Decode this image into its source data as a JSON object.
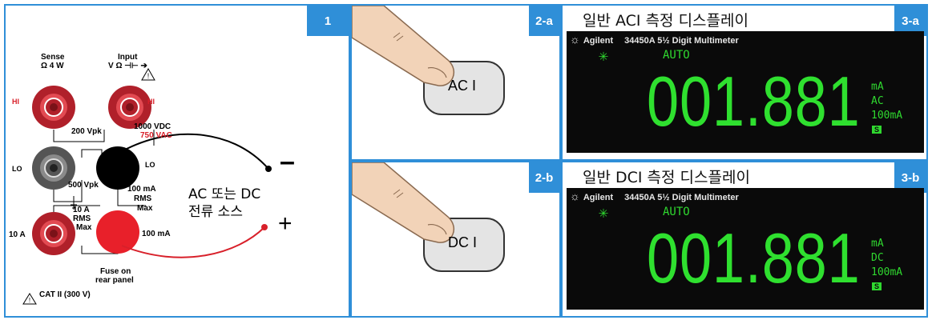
{
  "panel1": {
    "tag": "1",
    "sense_label": "Sense",
    "sense_sub": "Ω 4 W",
    "input_label": "Input",
    "input_sub": "V Ω ⊣⊢ ➔",
    "hi_left": "HI",
    "hi_right": "HI",
    "lo_left": "LO",
    "lo_right": "LO",
    "vpk_200": "200 Vpk",
    "vdc_1000": "1000 VDC",
    "vac_750": "750 VAC",
    "vpk_500": "500 Vpk",
    "ma_100": "100 mA",
    "rms_1": "RMS",
    "max_1": "Max",
    "a10_top": "10 A",
    "rms_2": "RMS",
    "max_2": "Max",
    "a10_left": "10 A",
    "ma100_jack": "100 mA",
    "fuse1": "Fuse on",
    "fuse2": "rear panel",
    "cat": "CAT II (300 V)",
    "source_line1": "AC 또는 DC",
    "source_line2": "전류 소스",
    "minus": "–",
    "plus": "+",
    "red_color": "#d8202a",
    "black_color": "#000000"
  },
  "panel2a": {
    "tag": "2-a",
    "key_label": "AC I"
  },
  "panel2b": {
    "tag": "2-b",
    "key_label": "DC I"
  },
  "panel3a": {
    "tag": "3-a",
    "heading": "일반 ACI 측정 디스플레이",
    "brand": "Agilent",
    "model": "34450A  5½ Digit Multimeter",
    "star": "✳",
    "auto": "AUTO",
    "reading": "001.881",
    "unit1": "mA",
    "unit2": "AC",
    "unit3": "100mA",
    "s_badge": "S"
  },
  "panel3b": {
    "tag": "3-b",
    "heading": "일반 DCI 측정 디스플레이",
    "brand": "Agilent",
    "model": "34450A  5½ Digit Multimeter",
    "star": "✳",
    "auto": "AUTO",
    "reading": "001.881",
    "unit1": "mA",
    "unit2": "DC",
    "unit3": "100mA",
    "s_badge": "S"
  },
  "colors": {
    "accent": "#2f8fd8",
    "lcd_green": "#2fe02f",
    "lcd_bg": "#0a0a0a"
  }
}
